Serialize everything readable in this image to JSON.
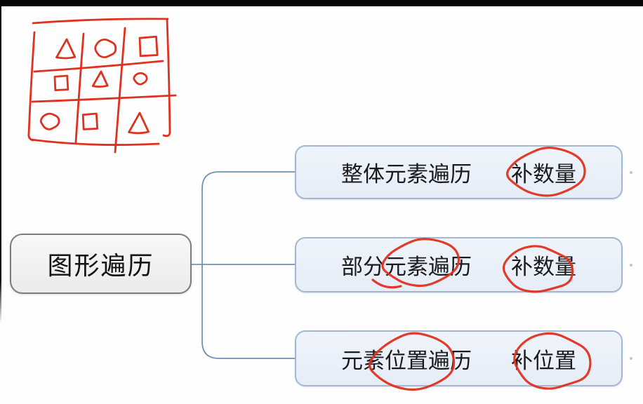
{
  "meta": {
    "app_type": "mind-map whiteboard (video frame with letterbox bars)"
  },
  "colors": {
    "annotation_red": "#e0301e",
    "branch_node_border": "#a3b7d0",
    "branch_node_fill": "#ecf2f9",
    "root_node_fill": "#f1f1f1",
    "root_node_border": "#7c7c7c",
    "connector_blue": "#7291b7",
    "letterbox_black": "#060606",
    "text_color": "#1b1b1d"
  },
  "mindmap": {
    "root": {
      "label": "图形遍历"
    },
    "children": [
      {
        "label": "整体元素遍历",
        "suffix": "补数量",
        "annotations": [
          {
            "target": "suffix"
          }
        ]
      },
      {
        "label": "部分元素遍历",
        "suffix": "补数量",
        "annotations": [
          {
            "target": "label",
            "part": "元素遍"
          },
          {
            "target": "suffix"
          }
        ]
      },
      {
        "label": "元素位置遍历",
        "suffix": "补位置",
        "annotations": [
          {
            "target": "label",
            "part": "位置遍"
          },
          {
            "target": "suffix"
          }
        ]
      }
    ]
  },
  "sketch_grid": {
    "description": "hand-drawn red 3x3 grid of shapes, top-left of canvas",
    "rows": 3,
    "cols": 3,
    "cells": [
      [
        "triangle",
        "circle",
        "square"
      ],
      [
        "square",
        "triangle",
        "circle"
      ],
      [
        "circle",
        "square",
        "triangle"
      ]
    ],
    "stroke_color": "#e0301e"
  }
}
